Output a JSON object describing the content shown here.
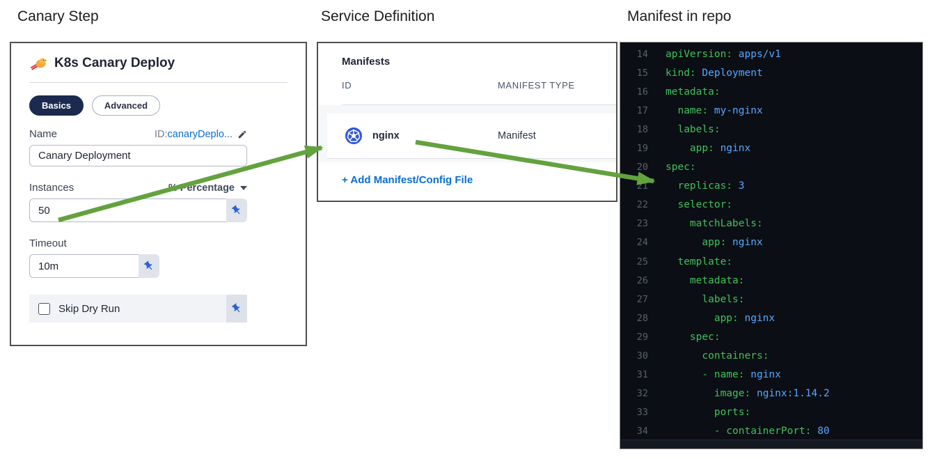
{
  "panels": {
    "canary_step": {
      "heading": "Canary Step",
      "card": {
        "title": "K8s Canary Deploy",
        "icon": "canary-bird-icon",
        "tabs": [
          {
            "label": "Basics",
            "active": true
          },
          {
            "label": "Advanced",
            "active": false
          }
        ],
        "fields": {
          "name": {
            "label": "Name",
            "id_prefix": "ID: ",
            "id_value": "canaryDeplo...",
            "value": "Canary Deployment"
          },
          "instances": {
            "label": "Instances",
            "unit": "% Percentage",
            "value": "50"
          },
          "timeout": {
            "label": "Timeout",
            "value": "10m"
          },
          "skip_dry_run": {
            "label": "Skip Dry Run",
            "checked": false
          }
        }
      }
    },
    "service_definition": {
      "heading": "Service Definition",
      "card": {
        "title": "Manifests",
        "columns": {
          "id": "ID",
          "type": "MANIFEST TYPE"
        },
        "rows": [
          {
            "id": "nginx",
            "type": "Manifest",
            "icon": "kubernetes-icon"
          }
        ],
        "add_link": "+ Add Manifest/Config File"
      }
    },
    "manifest_repo": {
      "heading": "Manifest in repo",
      "code_lines": [
        {
          "num": 14,
          "indent": 0,
          "dash": false,
          "key": "apiVersion",
          "value": "apps/v1"
        },
        {
          "num": 15,
          "indent": 0,
          "dash": false,
          "key": "kind",
          "value": "Deployment"
        },
        {
          "num": 16,
          "indent": 0,
          "dash": false,
          "key": "metadata",
          "value": ""
        },
        {
          "num": 17,
          "indent": 2,
          "dash": false,
          "key": "name",
          "value": "my-nginx"
        },
        {
          "num": 18,
          "indent": 2,
          "dash": false,
          "key": "labels",
          "value": ""
        },
        {
          "num": 19,
          "indent": 4,
          "dash": false,
          "key": "app",
          "value": "nginx"
        },
        {
          "num": 20,
          "indent": 0,
          "dash": false,
          "key": "spec",
          "value": ""
        },
        {
          "num": 21,
          "indent": 2,
          "dash": false,
          "key": "replicas",
          "value": "3"
        },
        {
          "num": 22,
          "indent": 2,
          "dash": false,
          "key": "selector",
          "value": ""
        },
        {
          "num": 23,
          "indent": 4,
          "dash": false,
          "key": "matchLabels",
          "value": ""
        },
        {
          "num": 24,
          "indent": 6,
          "dash": false,
          "key": "app",
          "value": "nginx"
        },
        {
          "num": 25,
          "indent": 2,
          "dash": false,
          "key": "template",
          "value": ""
        },
        {
          "num": 26,
          "indent": 4,
          "dash": false,
          "key": "metadata",
          "value": ""
        },
        {
          "num": 27,
          "indent": 6,
          "dash": false,
          "key": "labels",
          "value": ""
        },
        {
          "num": 28,
          "indent": 8,
          "dash": false,
          "key": "app",
          "value": "nginx"
        },
        {
          "num": 29,
          "indent": 4,
          "dash": false,
          "key": "spec",
          "value": ""
        },
        {
          "num": 30,
          "indent": 6,
          "dash": false,
          "key": "containers",
          "value": ""
        },
        {
          "num": 31,
          "indent": 6,
          "dash": true,
          "key": "name",
          "value": "nginx"
        },
        {
          "num": 32,
          "indent": 8,
          "dash": false,
          "key": "image",
          "value": "nginx:1.14.2"
        },
        {
          "num": 33,
          "indent": 8,
          "dash": false,
          "key": "ports",
          "value": ""
        },
        {
          "num": 34,
          "indent": 8,
          "dash": true,
          "key": "containerPort",
          "value": "80"
        }
      ]
    }
  },
  "colors": {
    "arrow_green": "#63a23e",
    "key_green": "#3fc15b",
    "value_blue": "#58a6ff",
    "link_blue": "#0a6ed1",
    "pill_navy": "#1b2a4e",
    "pin_blue": "#2b61d1",
    "k8s_blue": "#3057d8",
    "editor_bg": "#0b0e14"
  }
}
